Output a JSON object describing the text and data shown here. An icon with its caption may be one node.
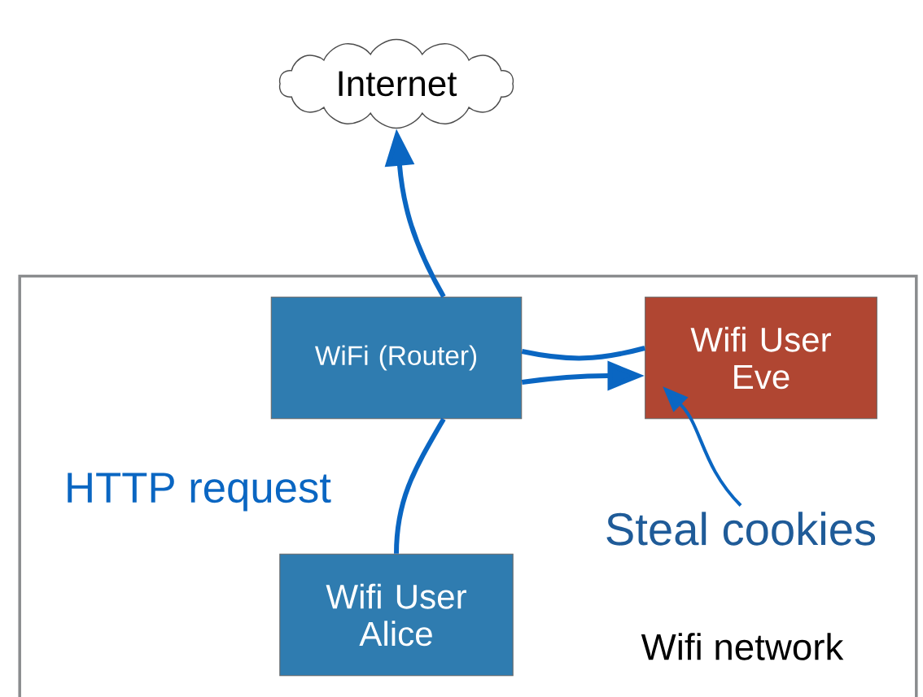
{
  "diagram": {
    "nodes": [
      {
        "text": [
          "Internet"
        ]
      },
      {
        "text": [
          "Wifi network"
        ]
      },
      {
        "text": [
          "WiFi (Router)"
        ],
        "in": 1
      },
      {
        "text": [
          "Wifi User Eve"
        ],
        "in": 1
      },
      {
        "text": [
          "Wifi User Alice"
        ],
        "in": 1
      },
      {
        "text": [
          "Steal cookies"
        ],
        "in": 1
      }
    ],
    "edges": [
      {
        "from": 4,
        "to": 2,
        "arrow": "none",
        "label": "HTTP request"
      },
      {
        "from": 2,
        "to": 0,
        "arrow": "to"
      },
      {
        "from": 2,
        "to": 3,
        "arrow": "none"
      },
      {
        "from": 2,
        "to": 3,
        "arrow": "to"
      },
      {
        "from": 5,
        "to": 3,
        "arrow": "to"
      }
    ]
  }
}
